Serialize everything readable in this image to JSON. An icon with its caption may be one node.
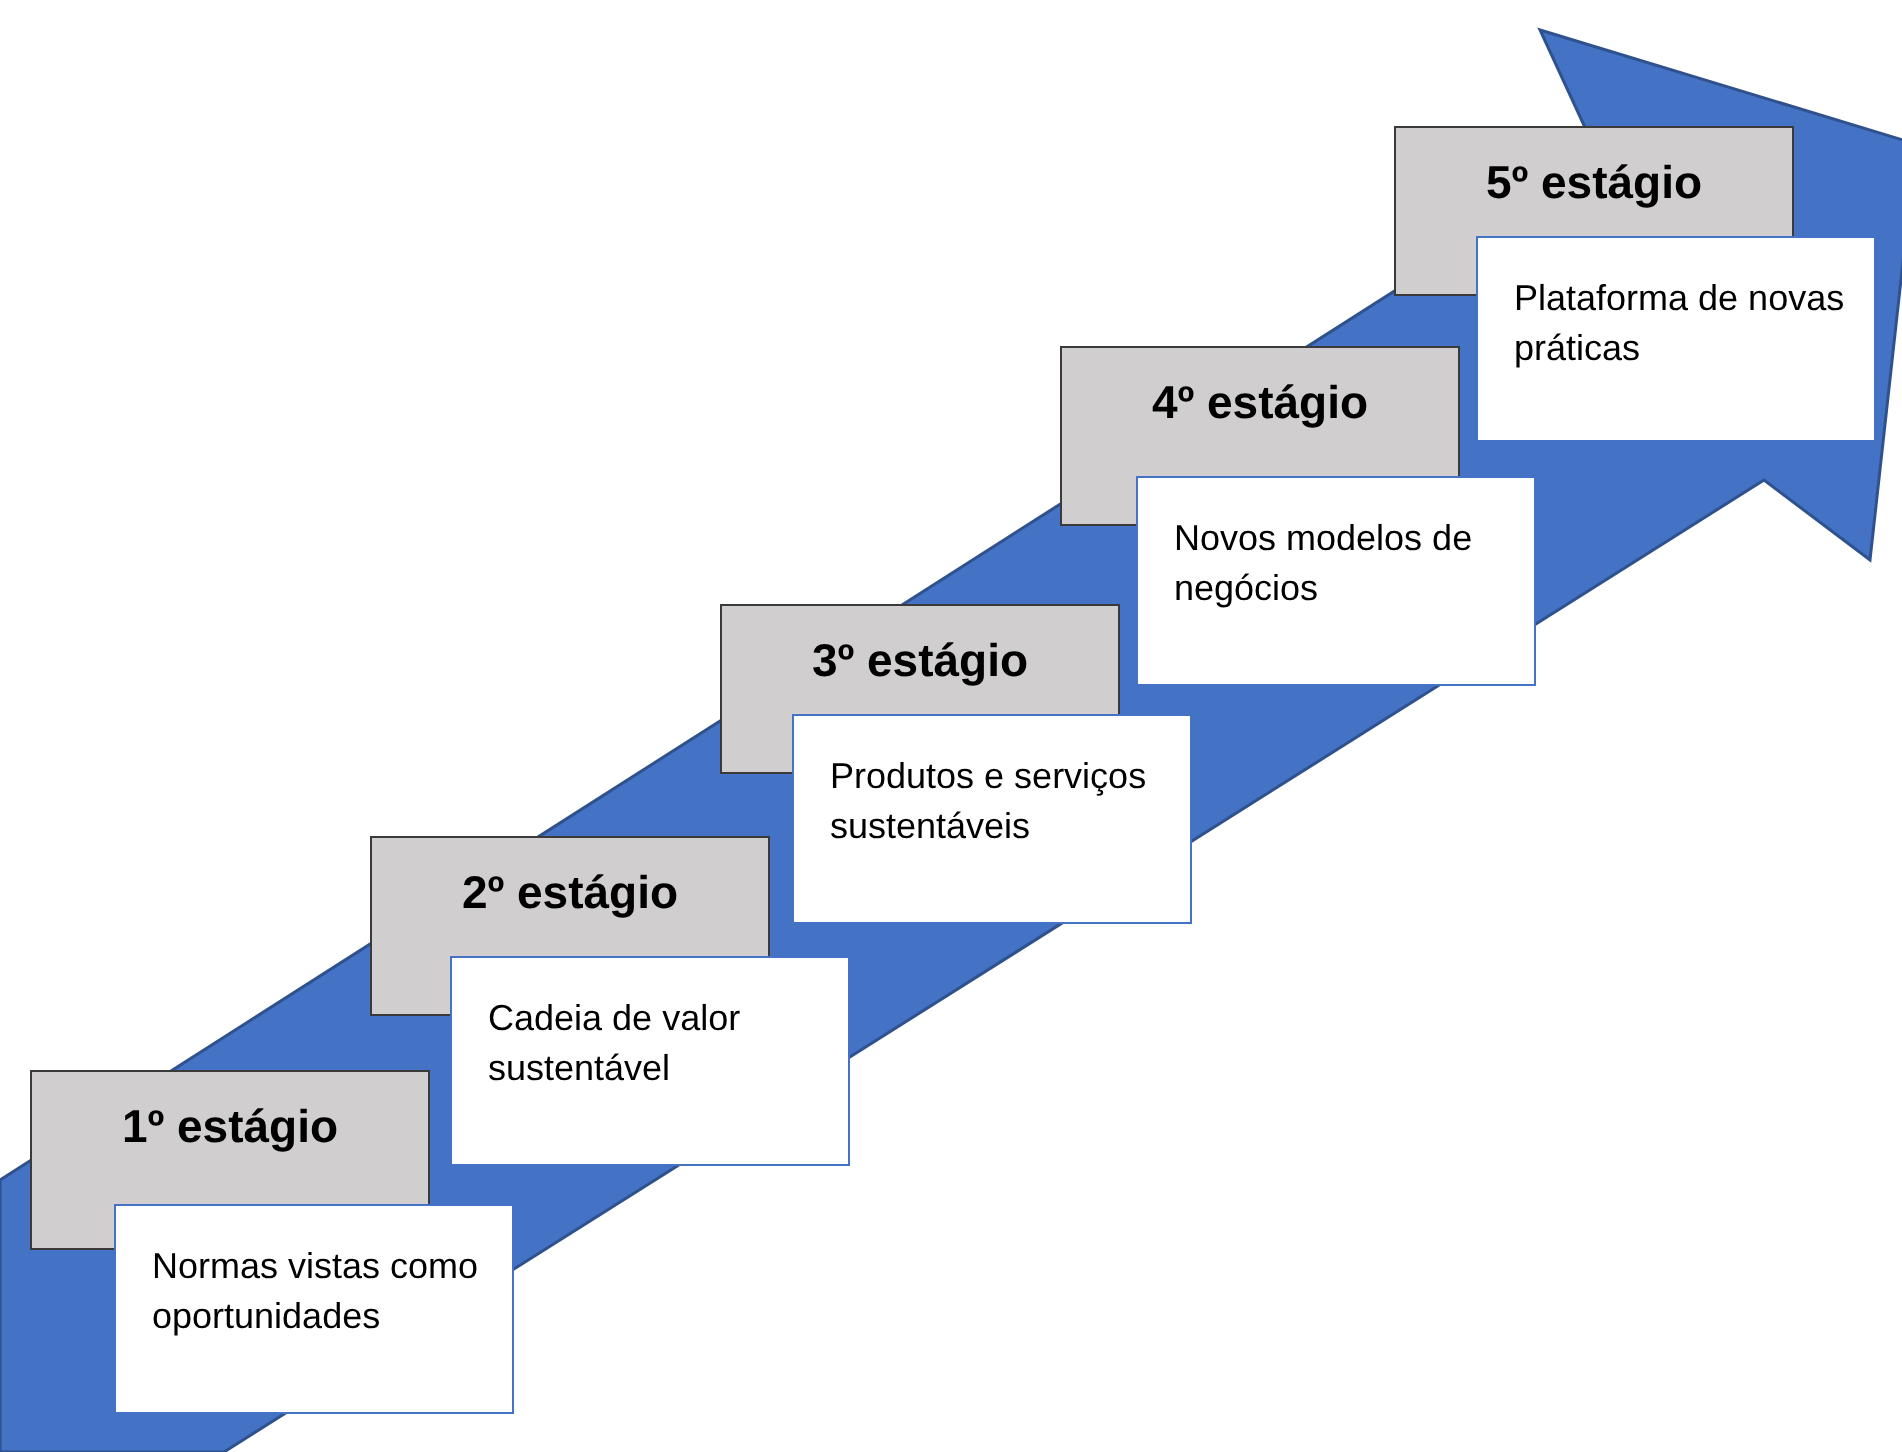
{
  "diagram": {
    "nodes": [
      {
        "text": [
          "1º estágio"
        ]
      },
      {
        "text": [
          "Normas vistas como oportunidades"
        ]
      },
      {
        "text": [
          "2º estágio"
        ]
      },
      {
        "text": [
          "Cadeia de valor sustentável"
        ]
      },
      {
        "text": [
          "3º estágio"
        ]
      },
      {
        "text": [
          "Produtos e serviços sustentáveis"
        ]
      },
      {
        "text": [
          "4º estágio"
        ]
      },
      {
        "text": [
          "Novos modelos de negócios"
        ]
      },
      {
        "text": [
          "5º estágio"
        ]
      },
      {
        "text": [
          "Plataforma de novas práticas"
        ]
      }
    ]
  }
}
